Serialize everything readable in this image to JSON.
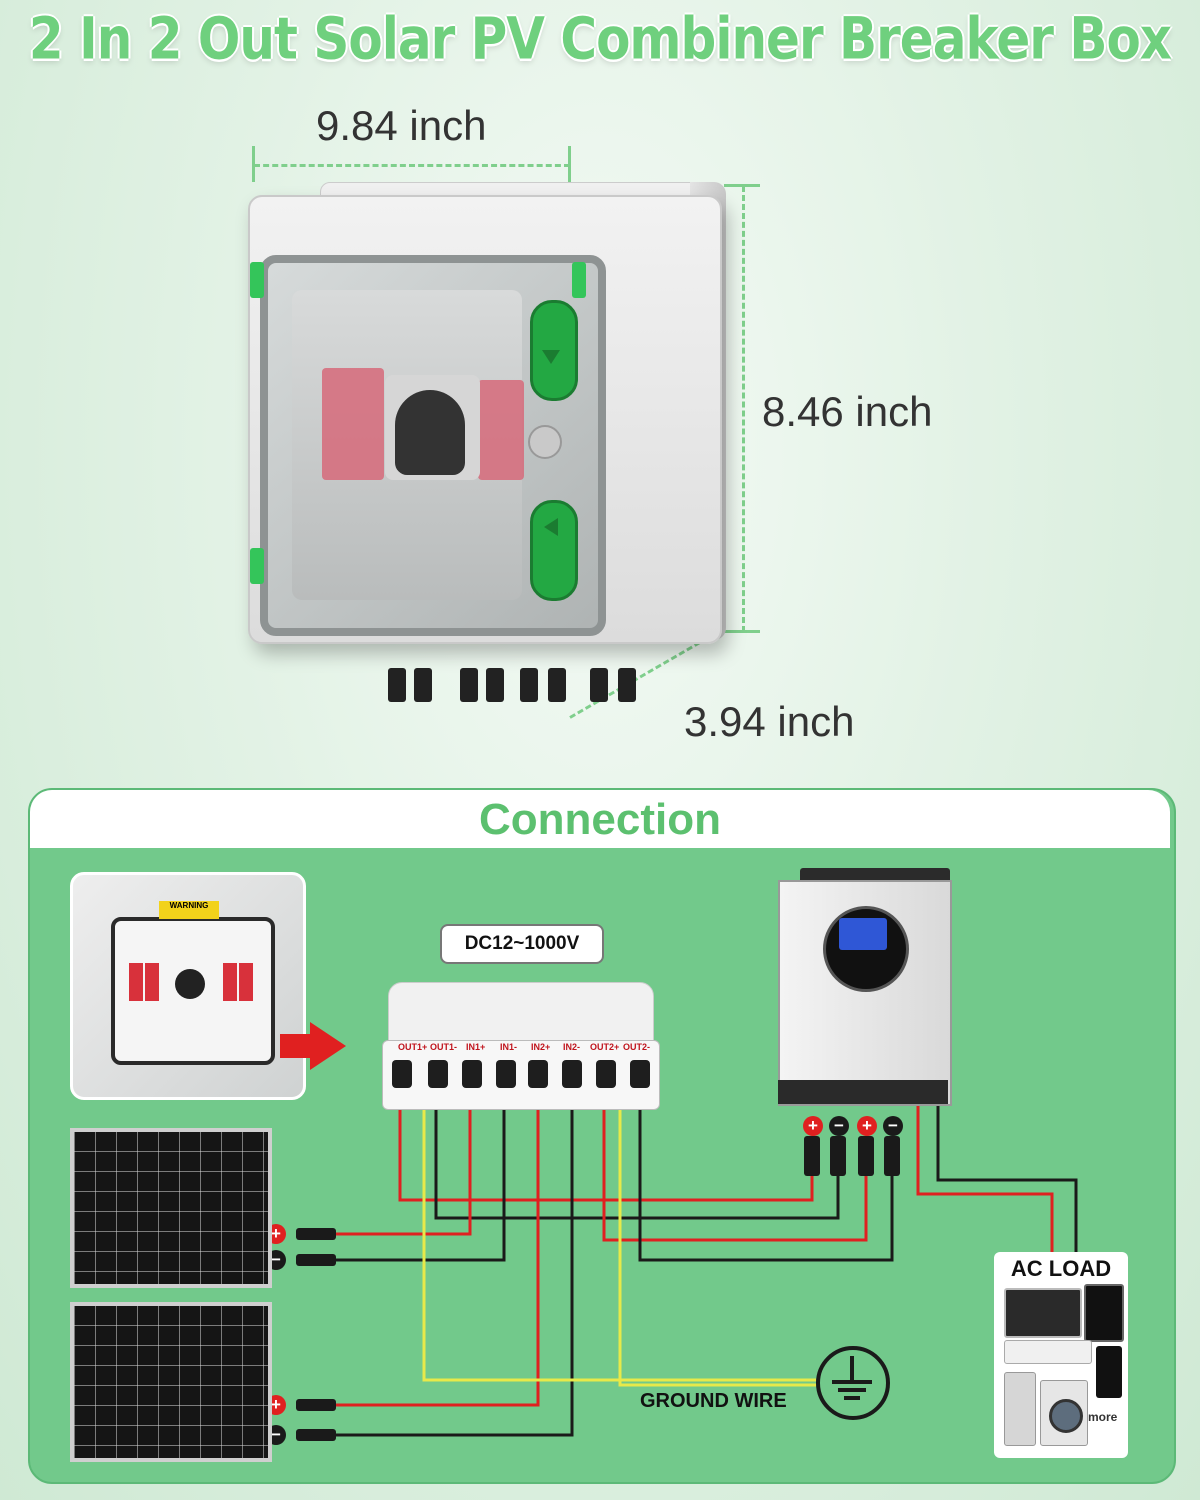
{
  "title": "2 In 2 Out Solar PV Combiner Breaker Box",
  "dimensions": {
    "width": "9.84 inch",
    "height": "8.46 inch",
    "depth": "3.94 inch"
  },
  "connection": {
    "title": "Connection",
    "voltage": "DC12~1000V",
    "ports": [
      "OUT1+",
      "OUT1-",
      "IN1+",
      "IN1-",
      "IN2+",
      "IN2-",
      "OUT2+",
      "OUT2-"
    ],
    "warning": "WARNING",
    "ground_label": "GROUND WIRE",
    "ac_load": "AC LOAD",
    "more": "more"
  },
  "colors": {
    "title_green": "#6fd07e",
    "panel_green": "#72c98b",
    "positive": "#e02020",
    "negative": "#1a1a1a",
    "ground": "#e7e94a"
  },
  "icons": {
    "plus": "+",
    "minus": "−"
  }
}
